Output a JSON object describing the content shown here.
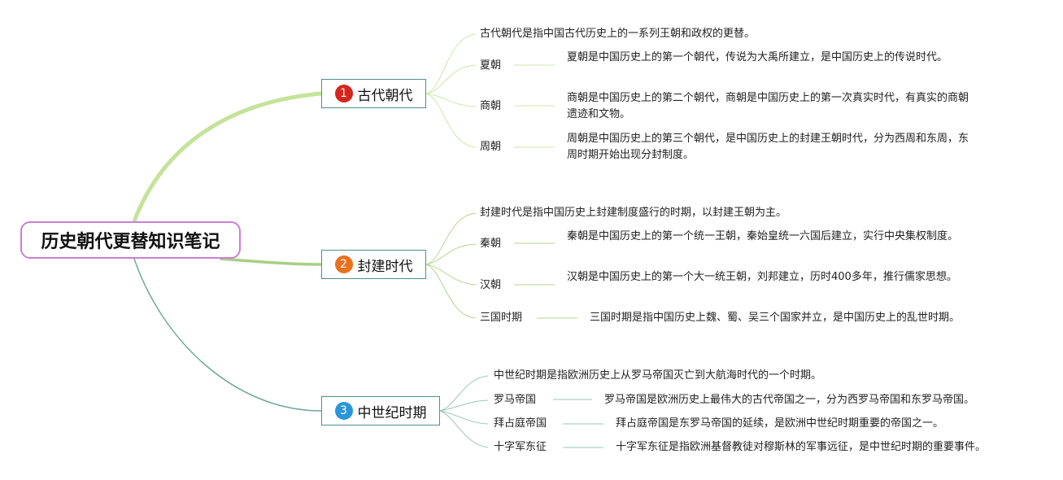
{
  "root": {
    "label": "历史朝代更替知识笔记"
  },
  "colors": {
    "badge1": "#d4261e",
    "badge2": "#e8711f",
    "badge3": "#2a95d8"
  },
  "branches": [
    {
      "num": "1",
      "label": "古代朝代",
      "summary": "古代朝代是指中国古代历史上的一系列王朝和政权的更替。",
      "items": [
        {
          "name": "夏朝",
          "desc": "夏朝是中国历史上的第一个朝代，传说为大禹所建立，是中国历史上的传说时代。"
        },
        {
          "name": "商朝",
          "desc": "商朝是中国历史上的第二个朝代，商朝是中国历史上的第一次真实时代，有真实的商朝遗迹和文物。"
        },
        {
          "name": "周朝",
          "desc": "周朝是中国历史上的第三个朝代，是中国历史上的封建王朝时代，分为西周和东周，东周时期开始出现分封制度。"
        }
      ]
    },
    {
      "num": "2",
      "label": "封建时代",
      "summary": "封建时代是指中国历史上封建制度盛行的时期，以封建王朝为主。",
      "items": [
        {
          "name": "秦朝",
          "desc": "秦朝是中国历史上的第一个统一王朝，秦始皇统一六国后建立，实行中央集权制度。"
        },
        {
          "name": "汉朝",
          "desc": "汉朝是中国历史上的第一个大一统王朝，刘邦建立，历时400多年，推行儒家思想。"
        },
        {
          "name": "三国时期",
          "desc": "三国时期是指中国历史上魏、蜀、吴三个国家并立，是中国历史上的乱世时期。"
        }
      ]
    },
    {
      "num": "3",
      "label": "中世纪时期",
      "summary": "中世纪时期是指欧洲历史上从罗马帝国灭亡到大航海时代的一个时期。",
      "items": [
        {
          "name": "罗马帝国",
          "desc": "罗马帝国是欧洲历史上最伟大的古代帝国之一，分为西罗马帝国和东罗马帝国。"
        },
        {
          "name": "拜占庭帝国",
          "desc": "拜占庭帝国是东罗马帝国的延续，是欧洲中世纪时期重要的帝国之一。"
        },
        {
          "name": "十字军东征",
          "desc": "十字军东征是指欧洲基督教徒对穆斯林的军事远征，是中世纪时期的重要事件。"
        }
      ]
    }
  ]
}
